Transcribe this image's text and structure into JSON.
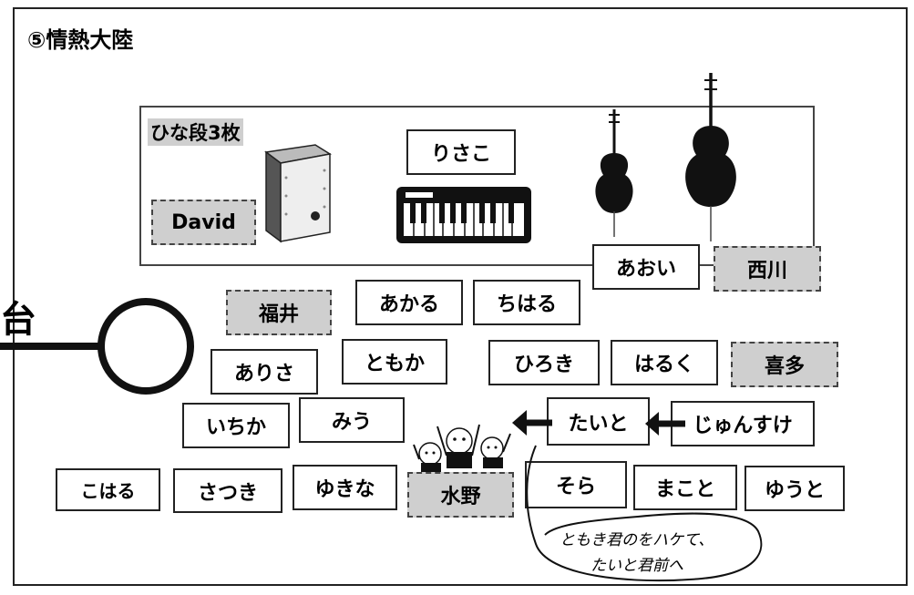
{
  "title": "⑤情熱大陸",
  "stage": {
    "label": "ひな段3枚"
  },
  "left_label": "台",
  "boxes": {
    "david": "David",
    "risako": "りさこ",
    "aoi": "あおい",
    "nishikawa": "西川",
    "fukui": "福井",
    "akaru": "あかる",
    "chiharu": "ちはる",
    "arisa": "ありさ",
    "tomoka": "ともか",
    "hiroki": "ひろき",
    "haruku": "はるく",
    "kita": "喜多",
    "ichika": "いちか",
    "miu": "みう",
    "taito": "たいと",
    "junsuke": "じゅんすけ",
    "koharu": "こはる",
    "satsuki": "さつき",
    "yukina": "ゆきな",
    "mizuno": "水野",
    "sora": "そら",
    "makoto": "まこと",
    "yuuto": "ゆうと"
  },
  "note": {
    "line1": "ともき君のをハケて、",
    "line2": "たいと君前へ"
  },
  "colors": {
    "dashed_fill": "#cfcfcf",
    "border": "#222222"
  }
}
